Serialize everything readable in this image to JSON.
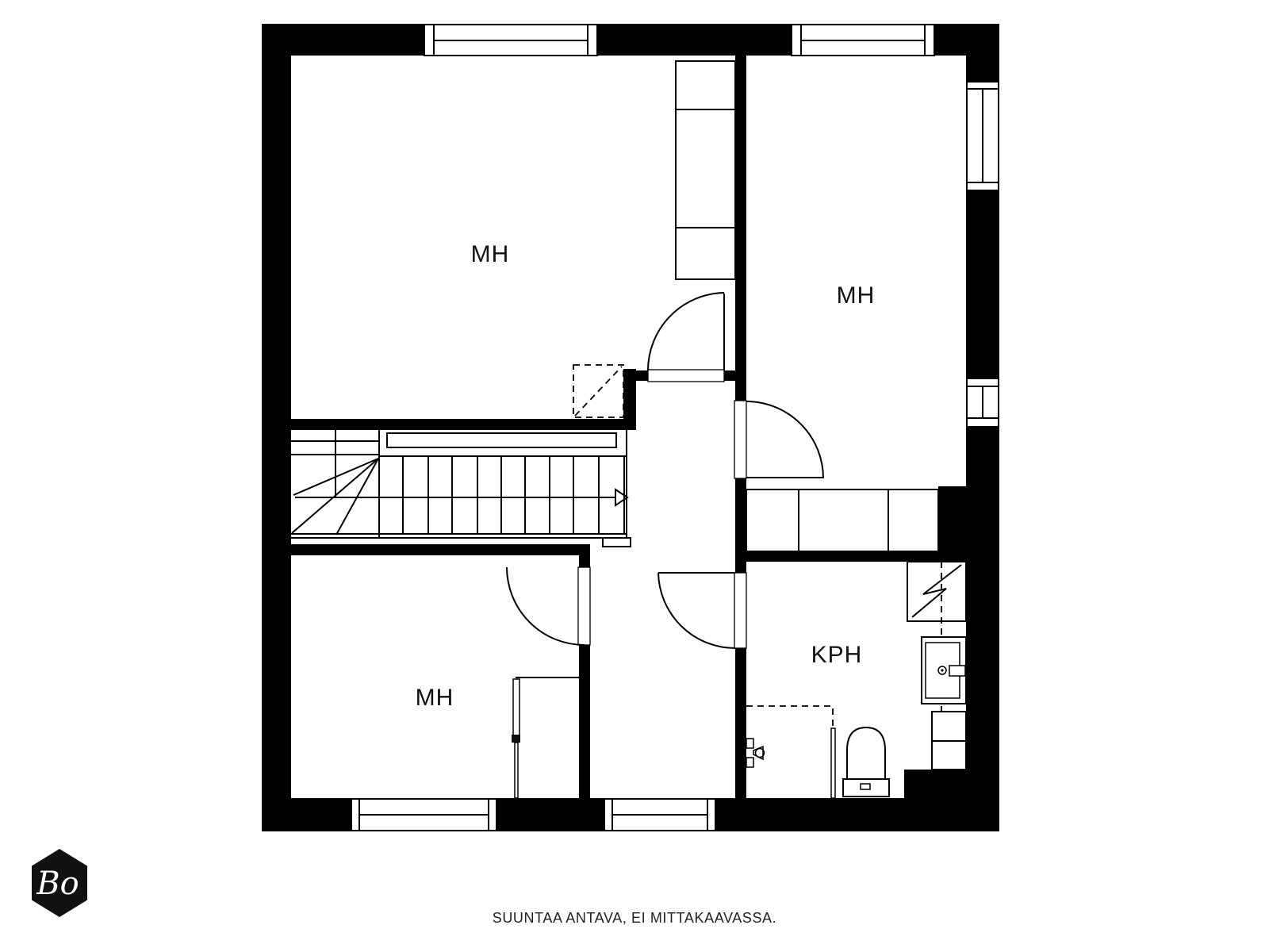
{
  "plan": {
    "rooms": [
      {
        "id": "bedroom-top-left",
        "label": "MH"
      },
      {
        "id": "bedroom-top-right",
        "label": "MH"
      },
      {
        "id": "bedroom-bottom-left",
        "label": "MH"
      },
      {
        "id": "bathroom",
        "label": "KPH"
      }
    ],
    "colors": {
      "walls": "#000000",
      "labels": "#111111",
      "background": "#ffffff"
    }
  },
  "footer": {
    "caption": "SUUNTAA ANTAVA, EI MITTAKAAVASSA.",
    "color": "#222222"
  },
  "logo": {
    "text": "Bo",
    "background": "#111111",
    "text_color": "#ffffff"
  }
}
